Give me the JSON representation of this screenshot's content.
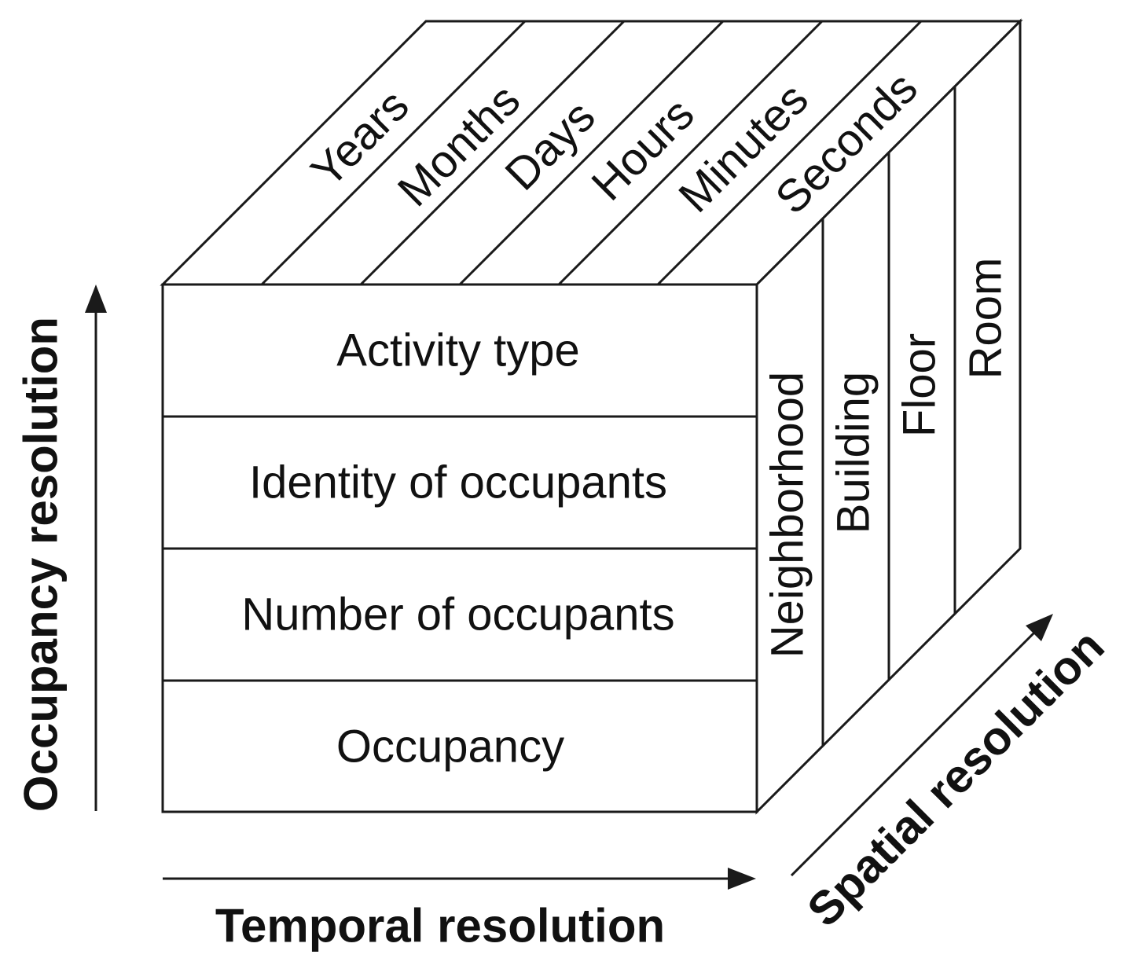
{
  "front_levels": [
    "Activity type",
    "Identity of occupants",
    "Number of occupants",
    "Occupancy"
  ],
  "temporal_levels": [
    "Years",
    "Months",
    "Days",
    "Hours",
    "Minutes",
    "Seconds"
  ],
  "spatial_levels": [
    "Neighborhood",
    "Building",
    "Floor",
    "Room"
  ],
  "axes": {
    "occupancy": "Occupancy resolution",
    "temporal": "Temporal resolution",
    "spatial": "Spatial resolution"
  }
}
